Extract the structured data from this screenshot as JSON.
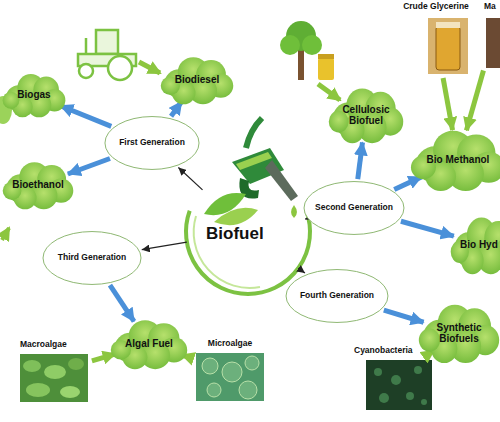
{
  "diagram": {
    "nodes": [
      {
        "text": [
          "Crude Glycerine"
        ]
      },
      {
        "text": [
          "Ma"
        ]
      },
      {
        "text": [
          "Biogas"
        ]
      },
      {
        "text": [
          "Biodiesel"
        ]
      },
      {
        "text": [
          "Cellulosic Biofuel"
        ]
      },
      {
        "text": [
          "First Generation"
        ]
      },
      {
        "text": [
          "Bio Methanol"
        ]
      },
      {
        "text": [
          "Bioethanol"
        ]
      },
      {
        "text": [
          "Biofuel"
        ]
      },
      {
        "text": [
          "Second Generation"
        ]
      },
      {
        "text": [
          "Bio Hyd"
        ]
      },
      {
        "text": [
          "Third Generation"
        ]
      },
      {
        "text": [
          "Fourth Generation"
        ]
      },
      {
        "text": [
          "Algal Fuel"
        ]
      },
      {
        "text": [
          "Synthetic Biofuels"
        ]
      },
      {
        "text": [
          "Macroalgae"
        ]
      },
      {
        "text": [
          "Microalgae"
        ]
      },
      {
        "text": [
          "Cyanobacteria"
        ]
      }
    ],
    "edges": [
      {
        "from": 8,
        "to": 5,
        "arrow": "to"
      },
      {
        "from": 8,
        "to": 9,
        "arrow": "to"
      },
      {
        "from": 8,
        "to": 11,
        "arrow": "to"
      },
      {
        "from": 8,
        "to": 12,
        "arrow": "to"
      },
      {
        "from": 5,
        "to": 2,
        "arrow": "to"
      },
      {
        "from": 5,
        "to": 3,
        "arrow": "to"
      },
      {
        "from": 5,
        "to": 7,
        "arrow": "to"
      },
      {
        "from": 9,
        "to": 4,
        "arrow": "to"
      },
      {
        "from": 9,
        "to": 6,
        "arrow": "to"
      },
      {
        "from": 9,
        "to": 10,
        "arrow": "to"
      },
      {
        "from": 11,
        "to": 13,
        "arrow": "to"
      },
      {
        "from": 12,
        "to": 14,
        "arrow": "to"
      },
      {
        "from": 0,
        "to": 6,
        "arrow": "to"
      },
      {
        "from": 1,
        "to": 6,
        "arrow": "to"
      },
      {
        "from": 15,
        "to": 13,
        "arrow": "to"
      },
      {
        "from": 16,
        "to": 13,
        "arrow": "to"
      },
      {
        "from": 17,
        "to": 14,
        "arrow": "to"
      }
    ]
  }
}
